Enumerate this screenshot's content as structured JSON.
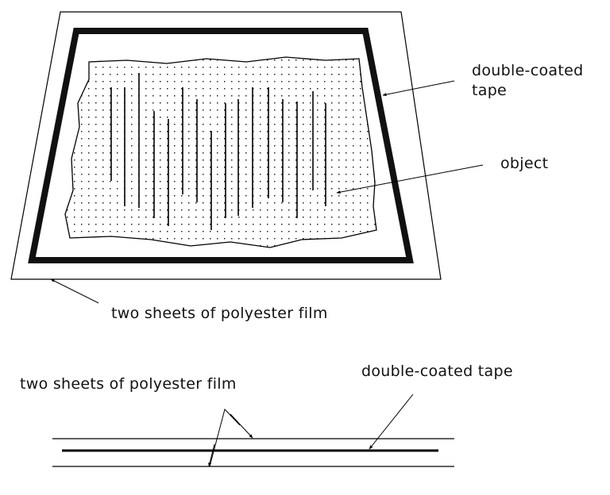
{
  "top_diagram": {
    "tape_label_line1": "double-coated",
    "tape_label_line2": "tape",
    "object_label": "object",
    "film_label": "two sheets of polyester film"
  },
  "bottom_diagram": {
    "film_label": "two sheets of polyester film",
    "tape_label": "double-coated tape"
  }
}
